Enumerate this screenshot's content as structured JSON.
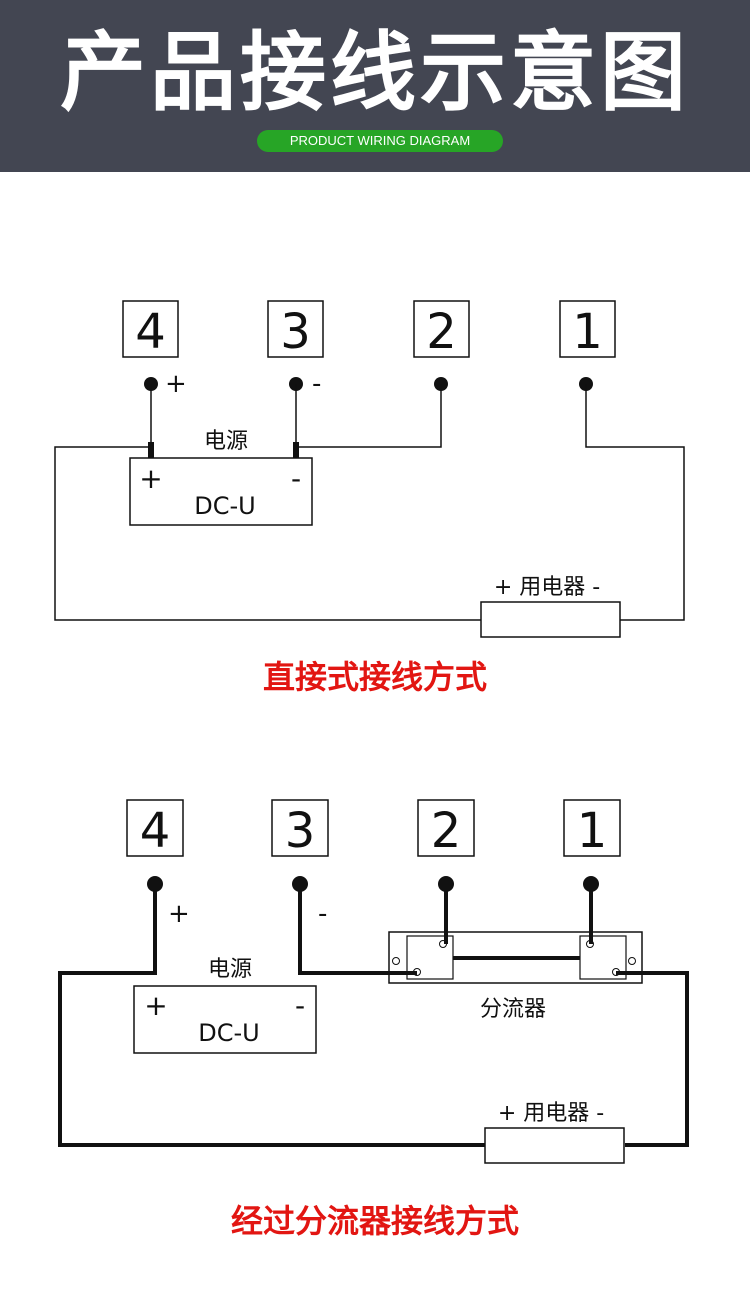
{
  "header": {
    "title": "产品接线示意图",
    "subtitle": "PRODUCT WIRING DIAGRAM",
    "background_color": "#434652",
    "pill_color": "#27a526"
  },
  "diagram1": {
    "terminals": [
      "4",
      "3",
      "2",
      "1"
    ],
    "polarity_plus": "+",
    "polarity_minus": "-",
    "power_label": "电源",
    "supply_plus": "+",
    "supply_minus": "-",
    "supply_label": "DC-U",
    "load_label": "+ 用电器 -",
    "caption": "直接式接线方式"
  },
  "diagram2": {
    "terminals": [
      "4",
      "3",
      "2",
      "1"
    ],
    "polarity_plus": "+",
    "polarity_minus": "-",
    "power_label": "电源",
    "supply_plus": "+",
    "supply_minus": "-",
    "supply_label": "DC-U",
    "shunt_label": "分流器",
    "load_label": "+ 用电器 -",
    "caption": "经过分流器接线方式"
  },
  "colors": {
    "caption": "#e21612",
    "wire": "#111111"
  }
}
